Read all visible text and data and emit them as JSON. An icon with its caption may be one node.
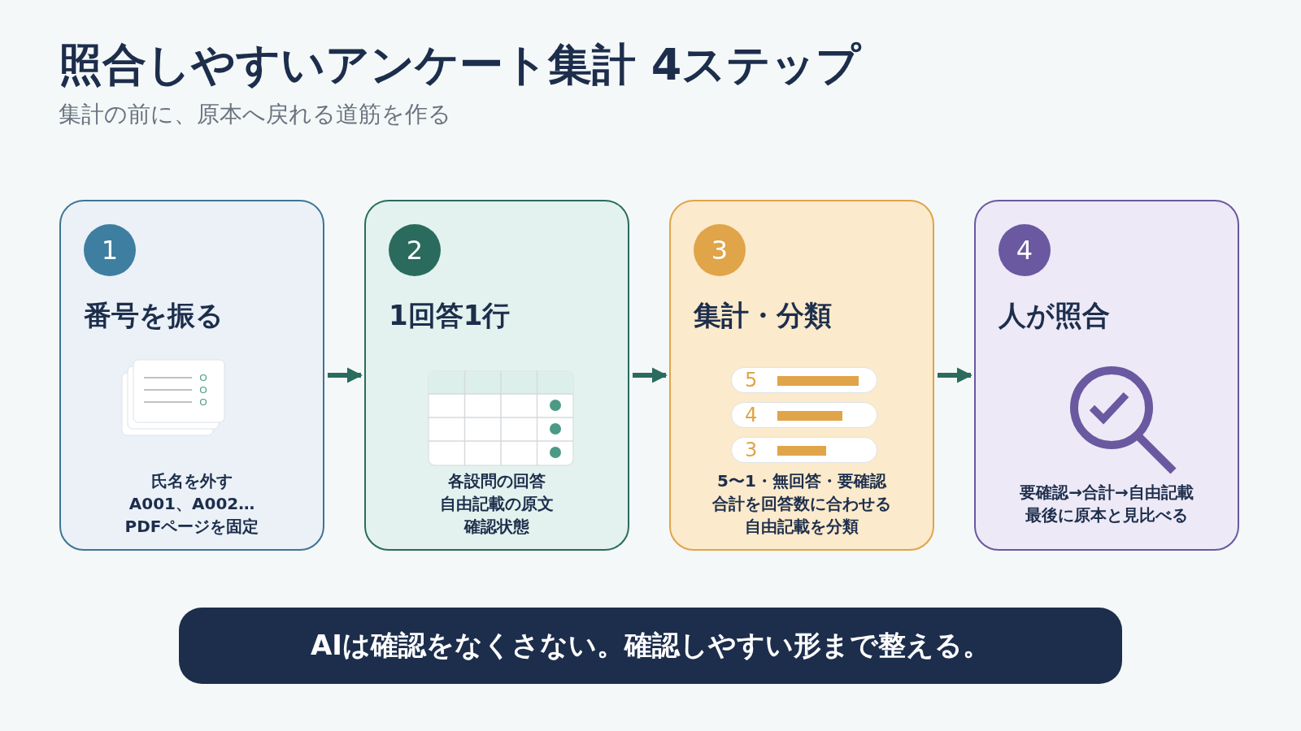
{
  "diagram": {
    "title": "照合しやすいアンケート集計 4ステップ",
    "nodes": [
      {
        "text": [
          "1",
          "番号を振る",
          "氏名を外す",
          "A001、A002…",
          "PDFページを固定"
        ]
      },
      {
        "text": [
          "2",
          "1回答1行",
          "各設問の回答",
          "自由記載の原文",
          "確認状態"
        ]
      },
      {
        "text": [
          "3",
          "集計・分類",
          "5",
          "4",
          "3",
          "5〜1・無回答・要確認",
          "合計を回答数に合わせる",
          "自由記載を分類"
        ]
      },
      {
        "text": [
          "4",
          "人が照合",
          "要確認→合計→自由記載",
          "最後に原本と見比べる"
        ]
      },
      {
        "text": [
          "AIは確認をなくさない。確認しやすい形まで整える。"
        ]
      }
    ],
    "edges": [
      {
        "from": 0,
        "to": 1,
        "arrow": "to"
      },
      {
        "from": 1,
        "to": 2,
        "arrow": "to"
      },
      {
        "from": 2,
        "to": 3,
        "arrow": "to"
      }
    ],
    "labels": [
      "集計の前に、原本へ戻れる道筋を作る"
    ]
  }
}
